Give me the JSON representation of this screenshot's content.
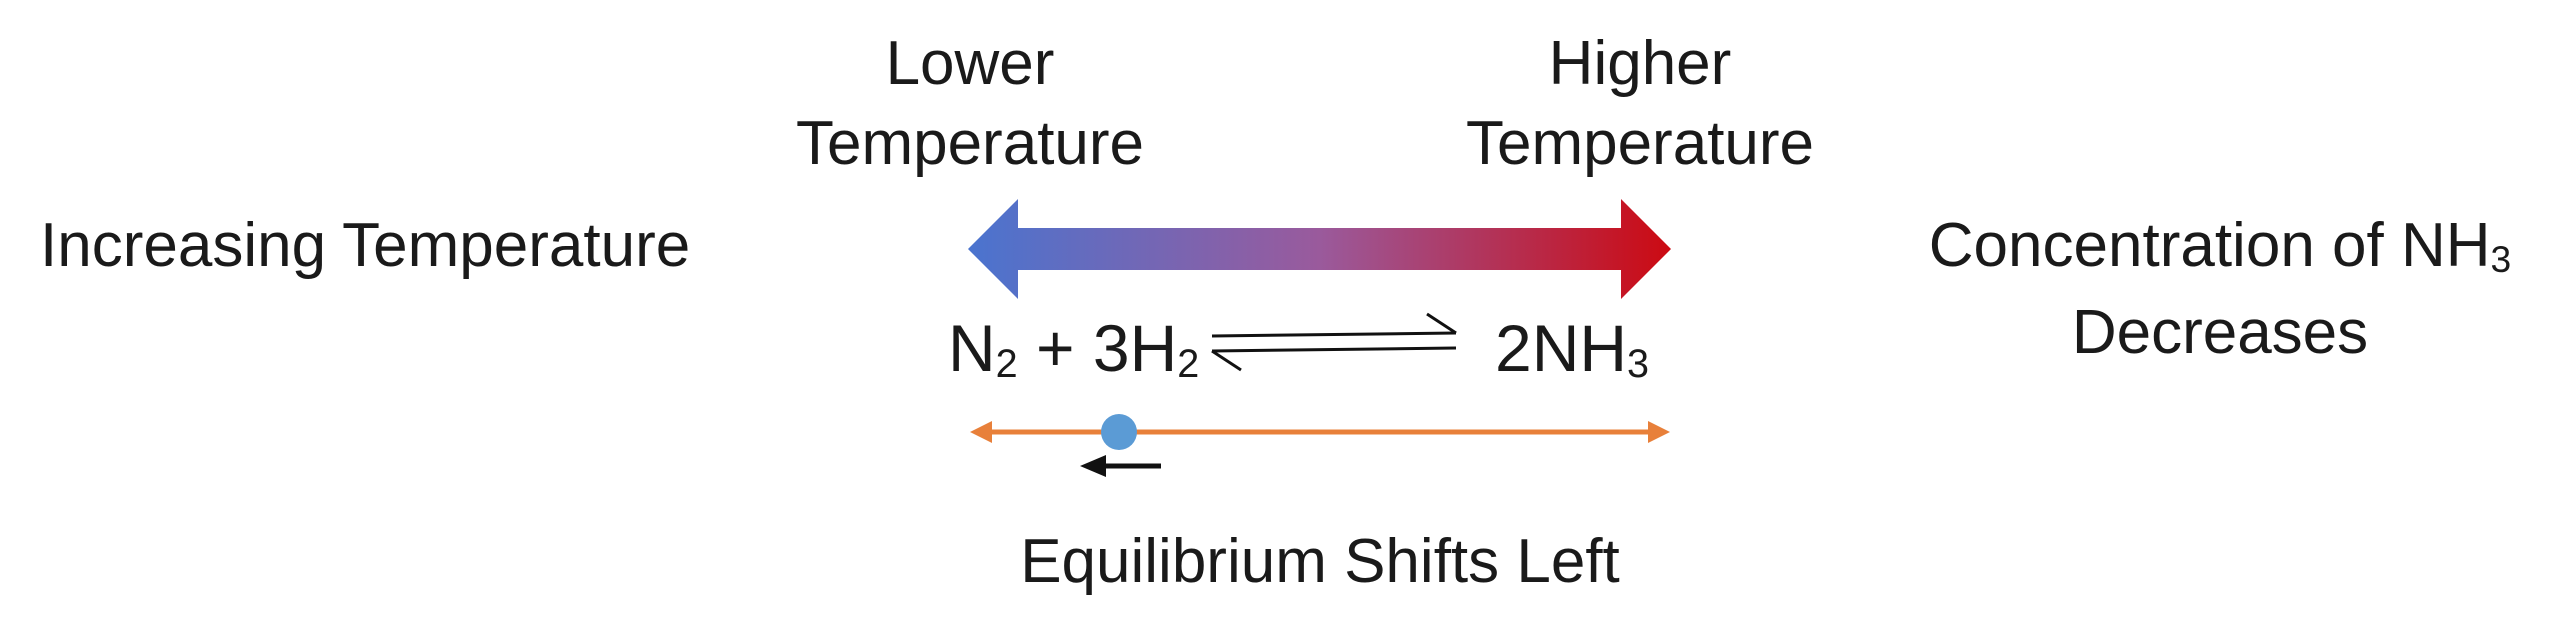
{
  "labels": {
    "left": "Increasing Temperature",
    "lower_line1": "Lower",
    "lower_line2": "Temperature",
    "higher_line1": "Higher",
    "higher_line2": "Temperature",
    "right_line1_text": "Concentration of NH",
    "right_line1_sub": "3",
    "right_line2": "Decreases",
    "bottom": "Equilibrium Shifts Left"
  },
  "equation": {
    "reactant1": "N",
    "reactant1_sub": "2",
    "plus": "+ 3H",
    "reactant2_sub": "2",
    "product": "2NH",
    "product_sub": "3"
  },
  "equilibrium_marker": {
    "position_fraction": 0.2
  },
  "colors": {
    "gradient_start": "#4a74cf",
    "gradient_mid": "#9a5a9c",
    "gradient_end": "#cc0a12",
    "scale_line": "#e8803a",
    "marker": "#5b9bd5",
    "shift_arrow": "#111111"
  }
}
